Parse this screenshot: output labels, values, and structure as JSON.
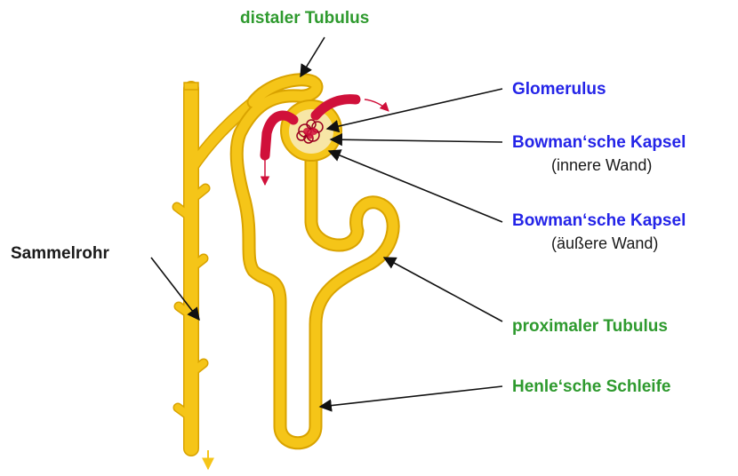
{
  "labels": {
    "distal": "distaler Tubulus",
    "glomerulus": "Glomerulus",
    "bowman_inner_title": "Bowman‘sche Kapsel",
    "bowman_inner_sub": "(innere Wand)",
    "bowman_outer_title": "Bowman‘sche Kapsel",
    "bowman_outer_sub": "(äußere Wand)",
    "sammelrohr": "Sammelrohr",
    "proximal": "proximaler Tubulus",
    "henle": "Henle‘sche  Schleife"
  },
  "colors": {
    "tubule": "#f5c518",
    "tubule_outline": "#d9a300",
    "capsule_fill": "#f7e6a6",
    "vessel": "#d0103a",
    "vessel_dark": "#9a0020",
    "arrow": "#111111",
    "label_green": "#2e9a2e",
    "label_blue": "#2424e8"
  }
}
